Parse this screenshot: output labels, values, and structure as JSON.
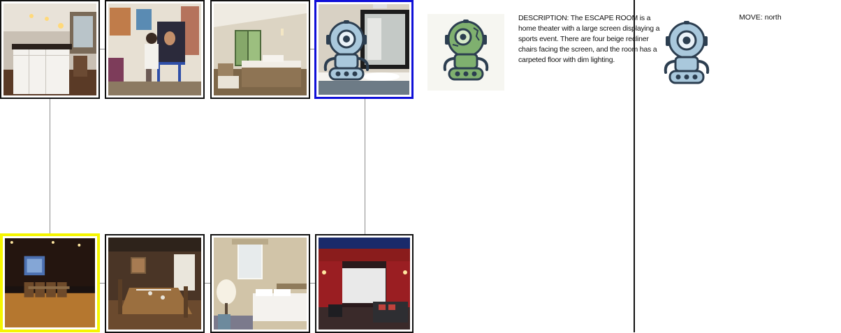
{
  "map": {
    "rooms": [
      {
        "name": "kitchen",
        "state": "normal"
      },
      {
        "name": "art studio",
        "state": "normal"
      },
      {
        "name": "bedroom with patio",
        "state": "normal"
      },
      {
        "name": "bathroom",
        "state": "current"
      },
      {
        "name": "home theater",
        "state": "target"
      },
      {
        "name": "rustic dining room",
        "state": "normal"
      },
      {
        "name": "bright bedroom",
        "state": "normal"
      },
      {
        "name": "red theater room",
        "state": "normal"
      }
    ],
    "colors": {
      "current_border": "#1010d8",
      "target_border": "#f5f500",
      "connector": "#8a8a8a"
    }
  },
  "agent": {
    "avatar_icon": "robot-icon",
    "avatar_color": "#a9c8dc",
    "observer_icon": "robot-icon",
    "observer_color": "#7fb06f"
  },
  "panel": {
    "description": "DESCRIPTION: The ESCAPE ROOM is a home theater with a large screen displaying a sports event. There are four beige recliner chairs facing the screen, and the room has a carpeted floor with dim lighting.",
    "move": "MOVE: north"
  }
}
